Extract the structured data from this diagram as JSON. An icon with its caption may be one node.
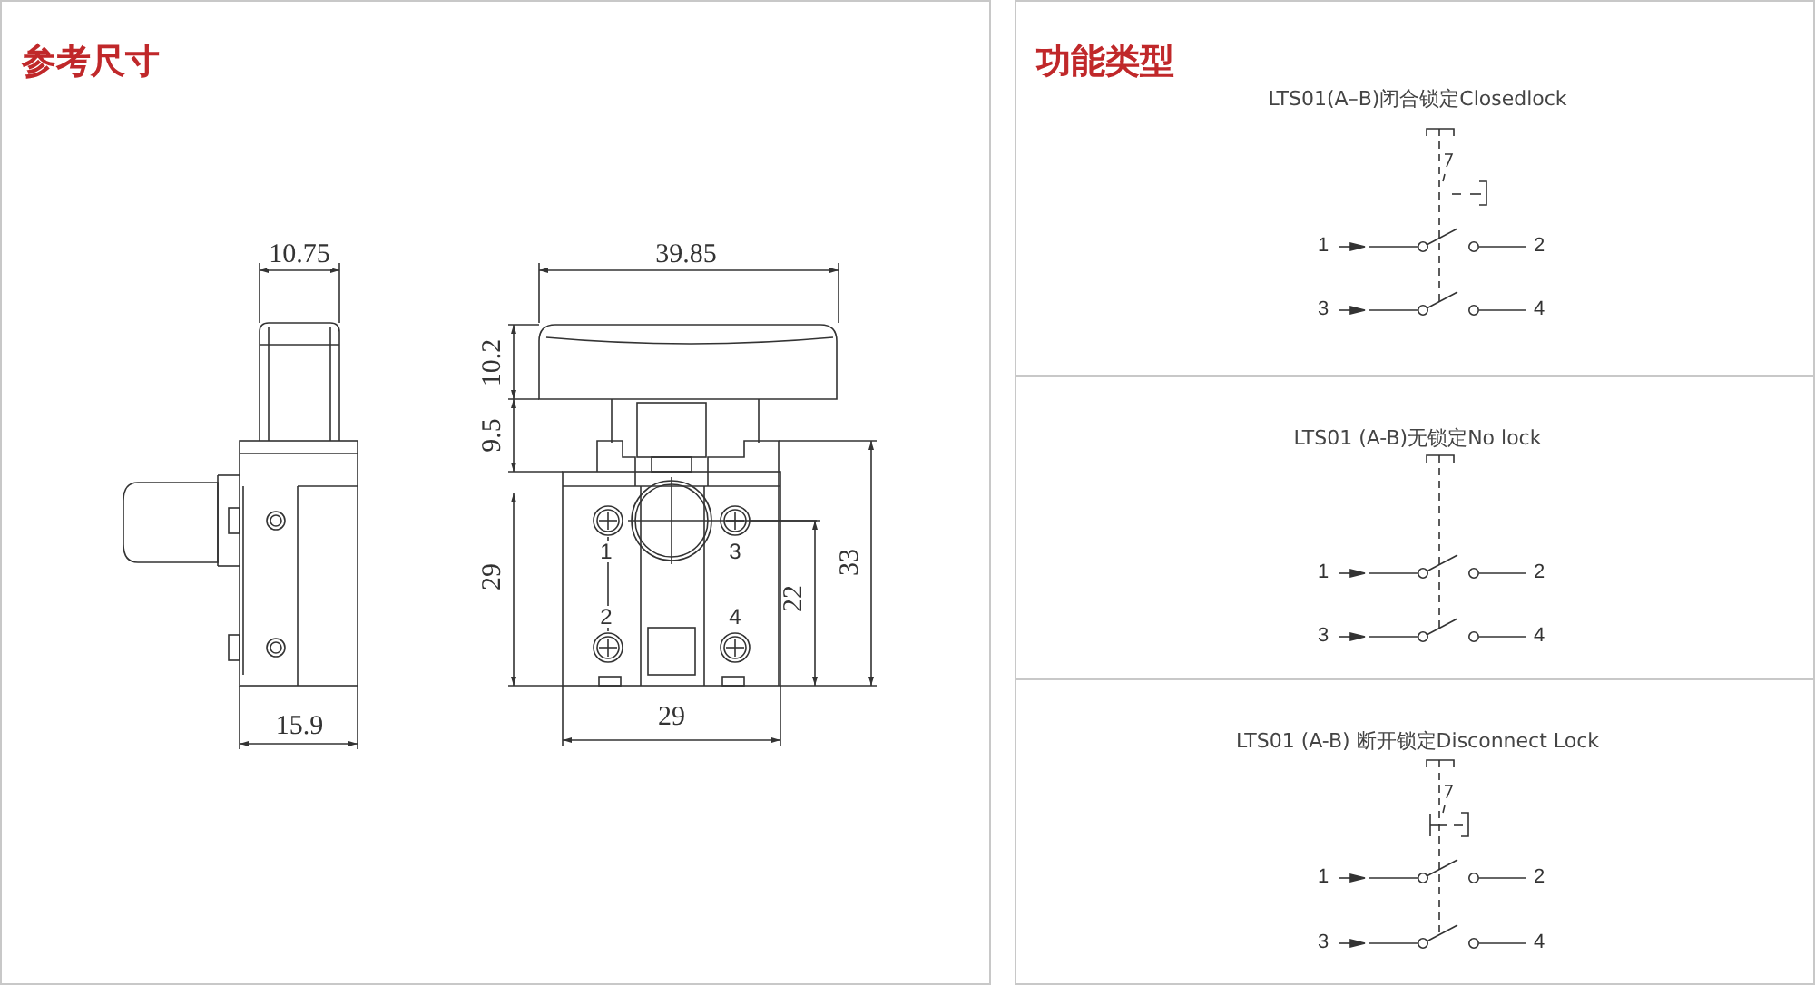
{
  "diagram": {
    "nodes": [
      {
        "text": [
          "参考尺寸"
        ]
      },
      {
        "text": [
          "功能类型",
          "LTS01(A–B)闭合锁定Closedlock"
        ]
      },
      {
        "text": [
          "LTS01 (A-B)无锁定No lock"
        ]
      },
      {
        "text": [
          "LTS01 (A-B) 断开锁定Disconnect Lock"
        ]
      }
    ],
    "labels": [
      "10.75",
      "39.85",
      "10.2",
      "9.5",
      "1",
      "3",
      "29",
      "22",
      "33",
      "2",
      "4",
      "15.9",
      "29",
      "1",
      "2",
      "3",
      "4",
      "1",
      "2",
      "3",
      "4",
      "1",
      "2",
      "3",
      "4"
    ]
  }
}
